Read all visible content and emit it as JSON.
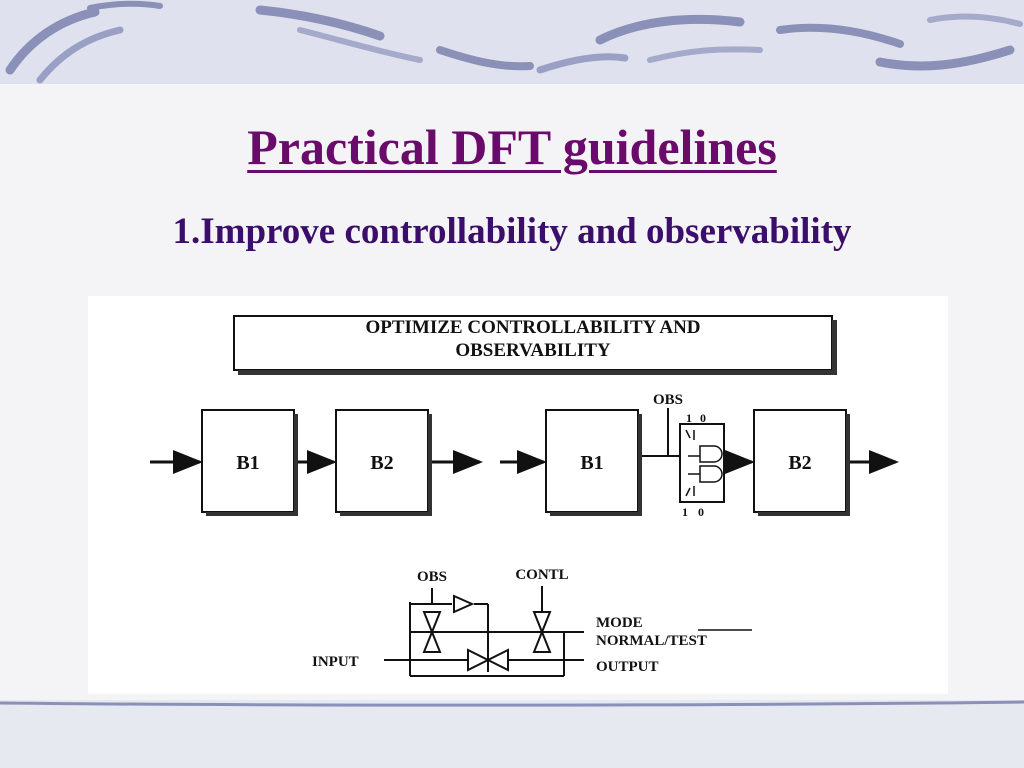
{
  "slide": {
    "title": "Practical DFT guidelines",
    "subtitle": "1.Improve controllability and observability"
  },
  "diagram": {
    "banner_line1": "OPTIMIZE  CONTROLLABILITY  AND",
    "banner_line2": "OBSERVABILITY",
    "left_block_1": "B1",
    "left_block_2": "B2",
    "right_block_1": "B1",
    "right_block_2": "B2",
    "obs_label_top": "OBS",
    "mux_top_1": "1",
    "mux_top_0": "0",
    "mux_bottom_1": "1",
    "mux_bottom_0": "0",
    "obs_label_bottom": "OBS",
    "contl_label": "CONTL",
    "mode_label": "MODE",
    "normal_test_label": "NORMAL/TEST",
    "input_label": "INPUT",
    "output_label": "OUTPUT"
  },
  "colors": {
    "title": "#6a0a6a",
    "subtitle": "#3a0e6a",
    "swirl": "#8a90b8"
  }
}
